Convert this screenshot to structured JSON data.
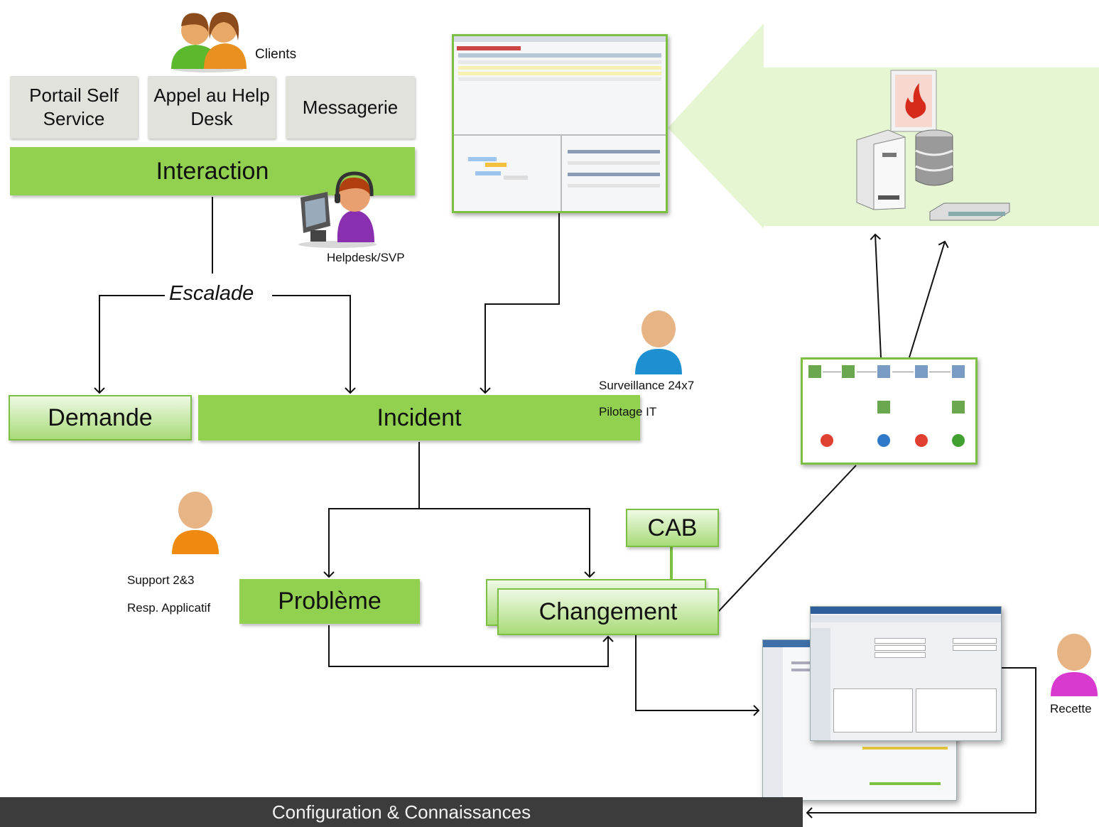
{
  "actors": {
    "clients": "Clients",
    "helpdesk": "Helpdesk/SVP",
    "surveillance": "Surveillance 24x7",
    "pilotage": "Pilotage IT",
    "support": "Support 2&3",
    "resp_app": "Resp. Applicatif",
    "recette": "Recette"
  },
  "channels": [
    "Portail Self Service",
    "Appel au Help Desk",
    "Messagerie"
  ],
  "interaction": "Interaction",
  "escalade": "Escalade",
  "demande": "Demande",
  "incident": "Incident",
  "probleme": "Problème",
  "changement": "Changement",
  "cab": "CAB",
  "footer": "Configuration &  Connaissances",
  "colors": {
    "green": "#92d050",
    "green_border": "#7cc043",
    "grey_box": "#e2e2dd",
    "footer_bg": "#3c3c3c",
    "arrow_area": "#e6f6d3",
    "person_blue": "#1e8fd0",
    "person_orange": "#ee8a10",
    "person_purple": "#8a2fb0",
    "person_magenta": "#d83ad0"
  },
  "icons": [
    "clients-people-icon",
    "helpdesk-agent-icon",
    "firewall-icon",
    "server-icon",
    "database-icon",
    "network-switch-icon",
    "person-icon"
  ]
}
